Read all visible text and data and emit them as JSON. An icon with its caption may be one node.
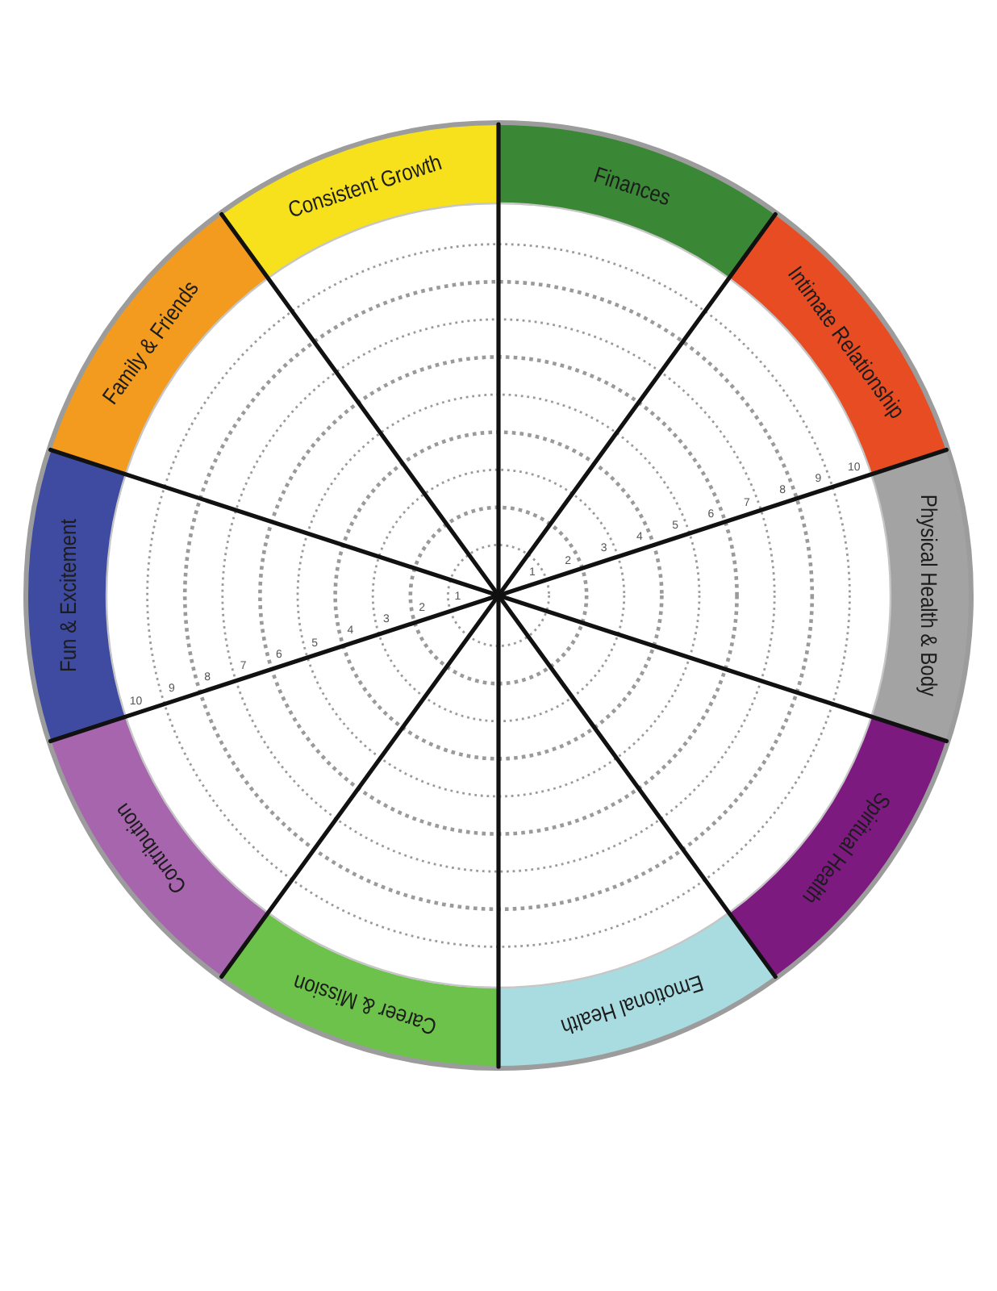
{
  "diagram": {
    "nodes": [
      {
        "text": [
          "Consistent Growth"
        ]
      },
      {
        "text": [
          "Finances"
        ]
      },
      {
        "text": [
          "Intimate Relationship"
        ]
      },
      {
        "text": [
          "Physical Health & Body"
        ]
      },
      {
        "text": [
          "Spiritual Health"
        ]
      },
      {
        "text": [
          "Emotional Health"
        ]
      },
      {
        "text": [
          "Career & Mission"
        ]
      },
      {
        "text": [
          "Contribution"
        ]
      },
      {
        "text": [
          "Fun & Excitement"
        ]
      },
      {
        "text": [
          "Family & Friends"
        ]
      }
    ],
    "labels": [
      "1",
      "2",
      "3",
      "4",
      "5",
      "6",
      "7",
      "8",
      "9",
      "10",
      "1",
      "2",
      "3",
      "4",
      "5",
      "6",
      "7",
      "8",
      "9",
      "10"
    ]
  }
}
